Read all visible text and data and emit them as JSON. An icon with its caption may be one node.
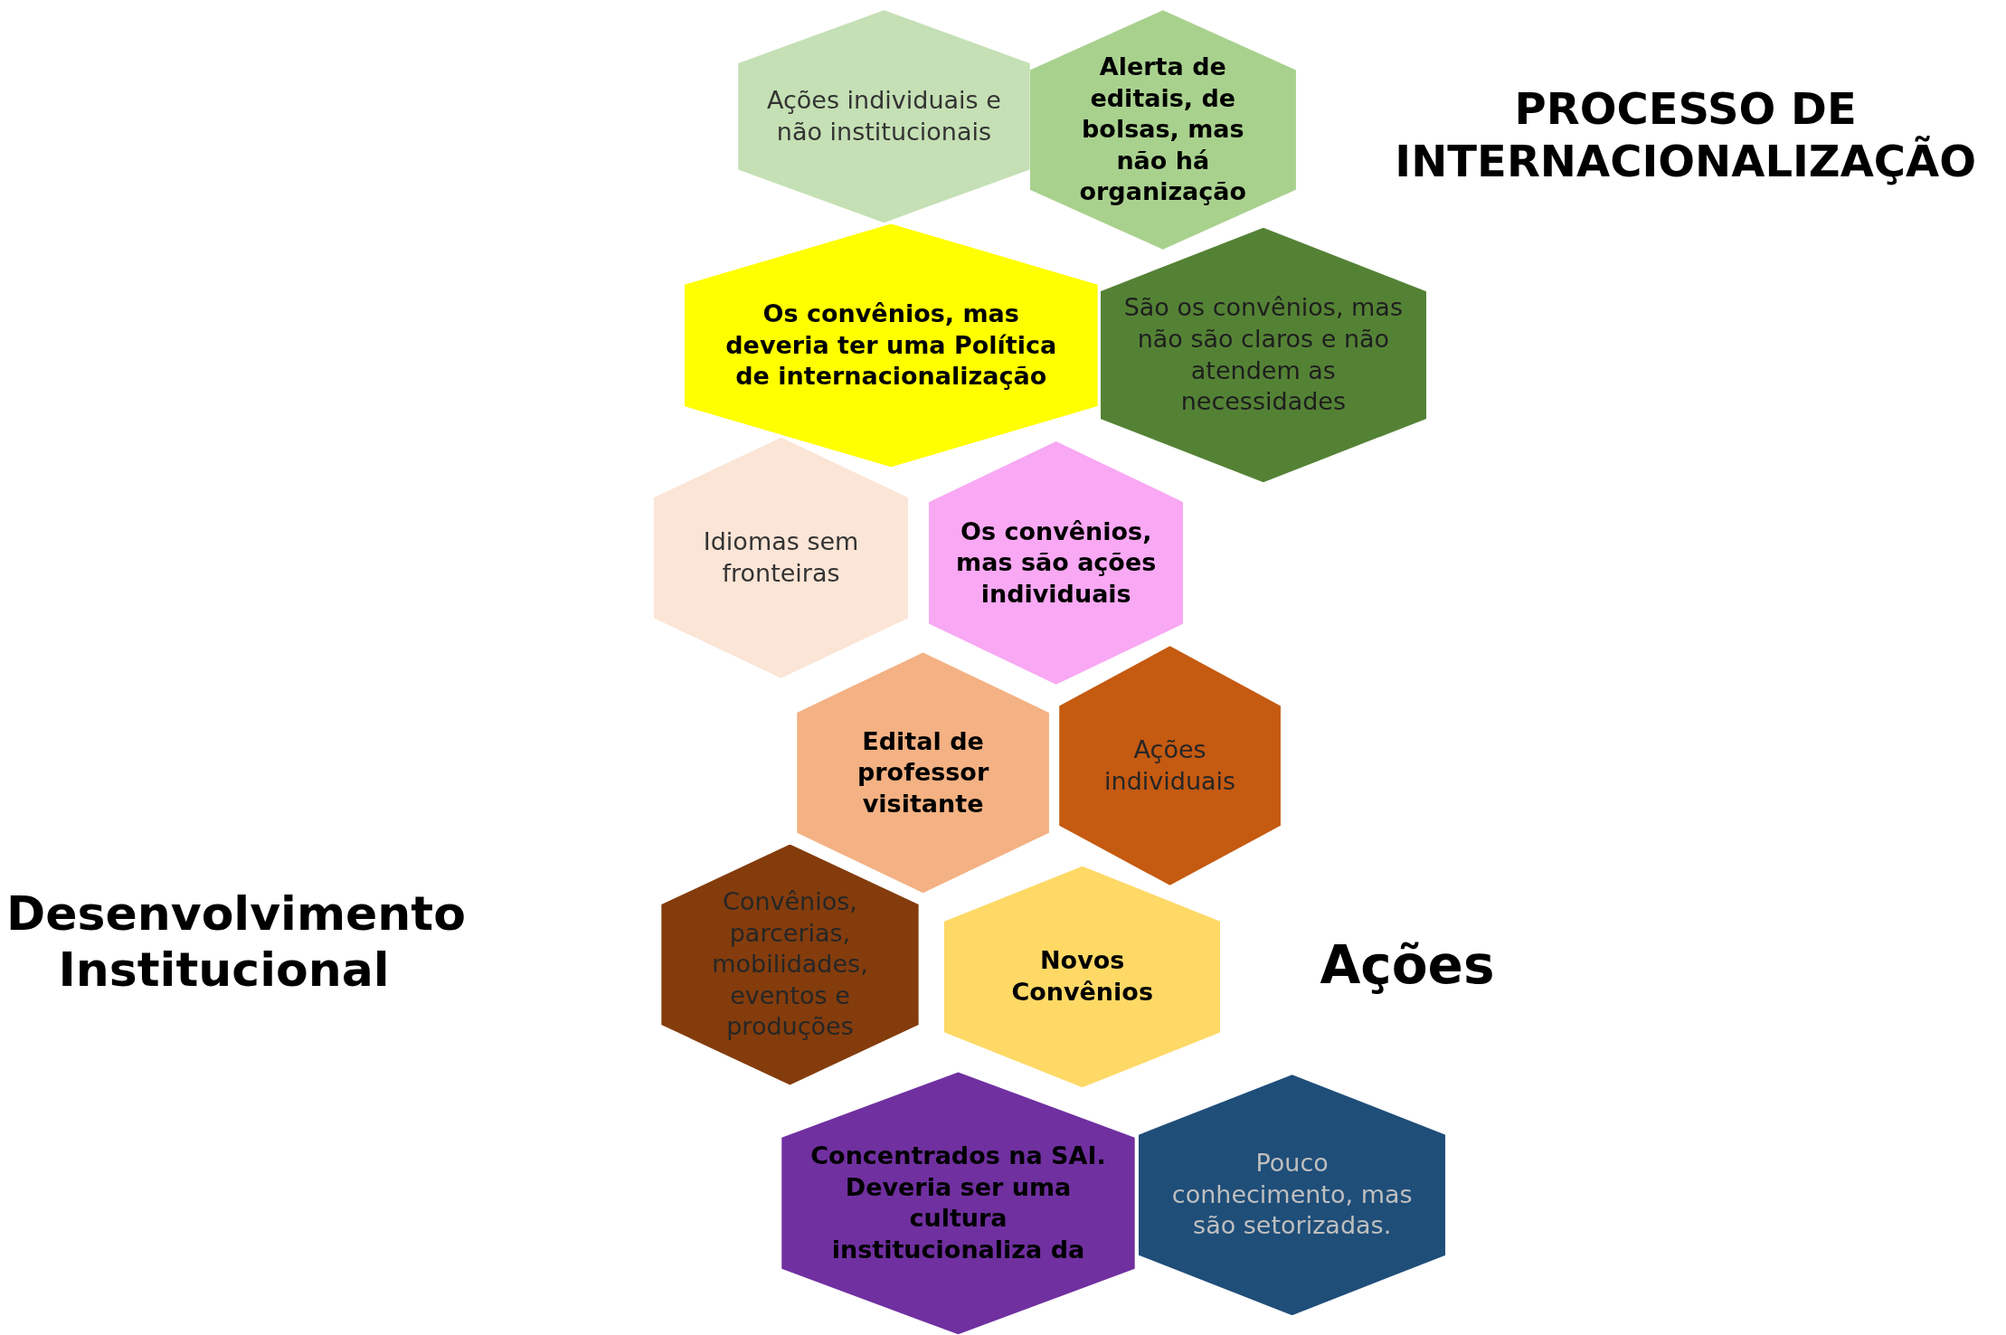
{
  "diagram": {
    "nodes": [
      {
        "text": [
          "Ações individuais e não institucionais"
        ]
      },
      {
        "text": [
          "Alerta de editais, de bolsas, mas não há organização"
        ]
      },
      {
        "text": [
          "Os convênios, mas deveria ter uma Política de internacionalização"
        ]
      },
      {
        "text": [
          "São os convênios, mas não são claros e não atendem as necessidades"
        ]
      },
      {
        "text": [
          "Idiomas sem fronteiras"
        ]
      },
      {
        "text": [
          "Os convênios, mas são ações individuais"
        ]
      },
      {
        "text": [
          "Edital de professor visitante"
        ]
      },
      {
        "text": [
          "Ações individuais"
        ]
      },
      {
        "text": [
          "Convênios, parcerias, mobilidades, eventos e produções"
        ]
      },
      {
        "text": [
          "Novos Convênios"
        ]
      },
      {
        "text": [
          "Concentrados na SAI. Deveria ser uma cultura institucionaliza da"
        ]
      },
      {
        "text": [
          "Pouco conhecimento, mas são setorizadas."
        ]
      }
    ],
    "labels": [
      "PROCESSO DE INTERNACIONALIZAÇÃO",
      "Desenvolvimento Institucional",
      "Ações"
    ]
  }
}
